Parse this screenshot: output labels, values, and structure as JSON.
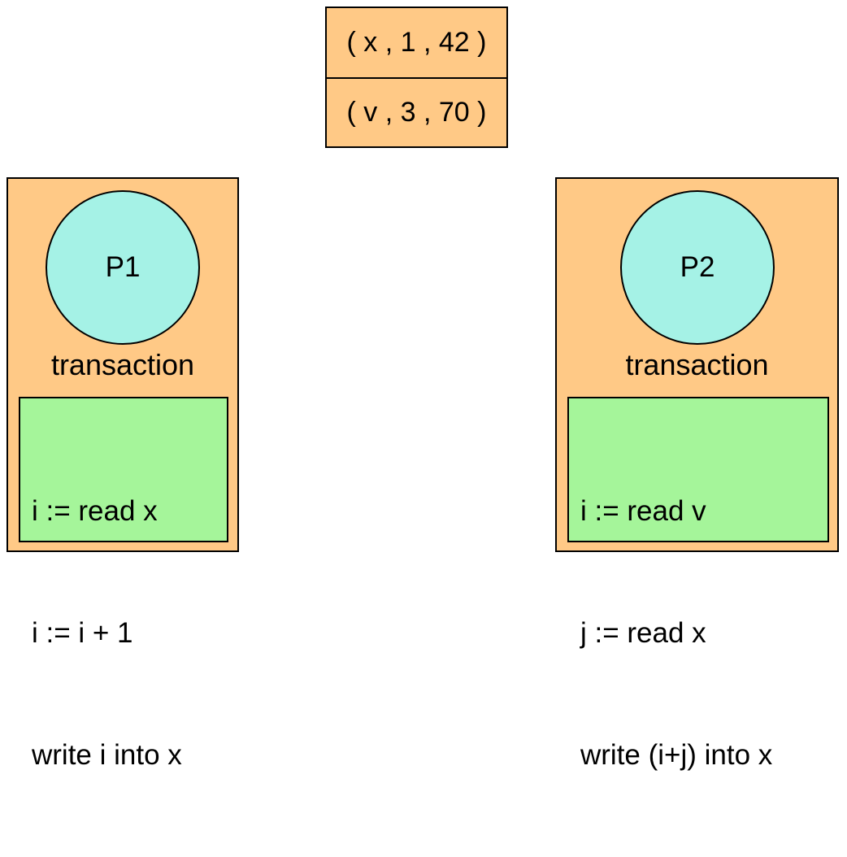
{
  "store": {
    "entries": [
      "( x , 1 , 42 )",
      "( v , 3 , 70 )"
    ]
  },
  "processes": [
    {
      "name": "P1",
      "label": "transaction",
      "code": [
        "i := read x",
        "i := i + 1",
        "write i into x"
      ]
    },
    {
      "name": "P2",
      "label": "transaction",
      "code": [
        "i := read v",
        "j := read x",
        "write (i+j) into x"
      ]
    }
  ],
  "colors": {
    "box_fill": "#ffc986",
    "process_fill": "#a5f2e6",
    "code_fill": "#a5f59a",
    "stroke": "#000000"
  }
}
